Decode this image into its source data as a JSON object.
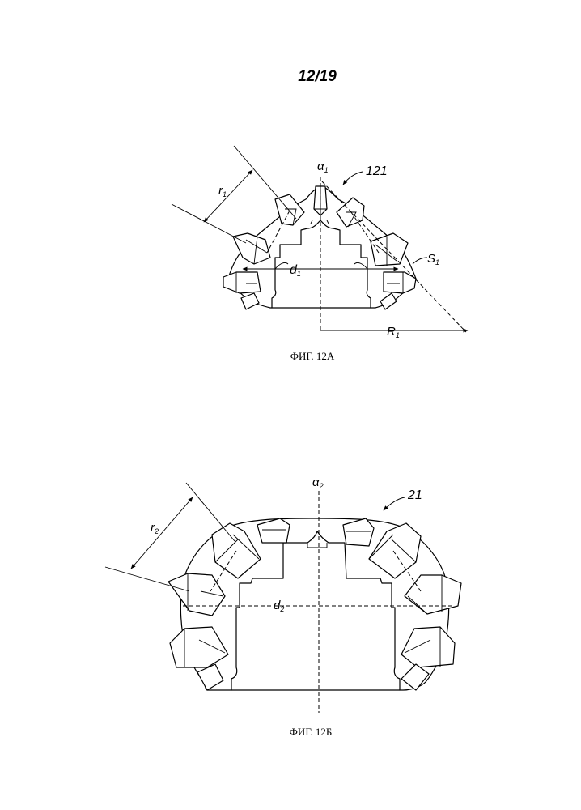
{
  "page": {
    "number": "12/19"
  },
  "figure_a": {
    "caption": "ФИГ. 12А",
    "ref_numeral": "121",
    "axis_label": "α",
    "axis_sub": "1",
    "r_label": "r",
    "r_sub": "1",
    "d_label": "d",
    "d_sub": "1",
    "s_label": "S",
    "s_sub": "1",
    "R_label": "R",
    "R_sub": "1"
  },
  "figure_b": {
    "caption": "ФИГ. 12Б",
    "ref_numeral": "21",
    "axis_label": "α",
    "axis_sub": "2",
    "r_label": "r",
    "r_sub": "2",
    "d_label": "d",
    "d_sub": "2"
  }
}
